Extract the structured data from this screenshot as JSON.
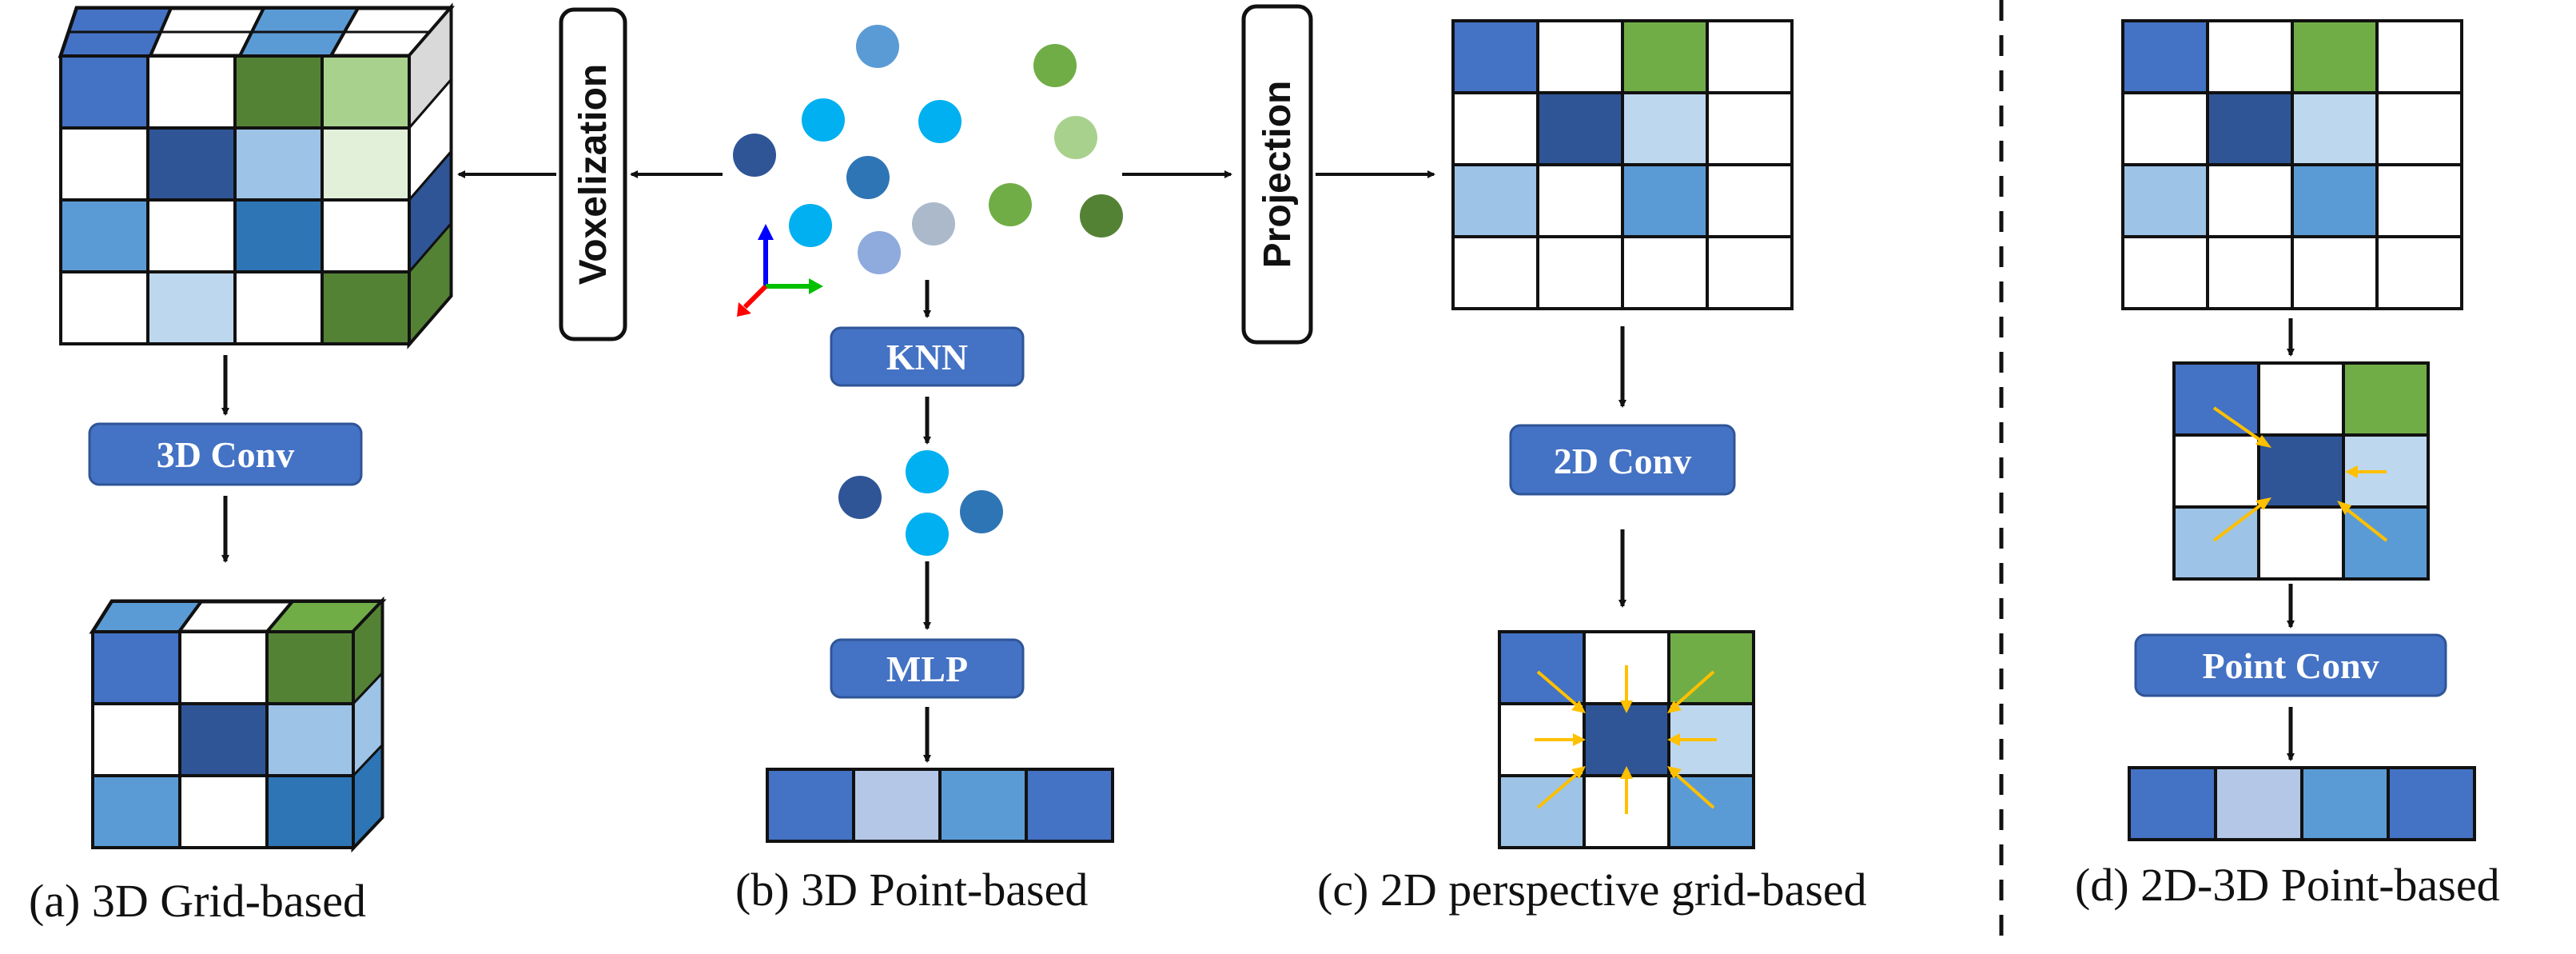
{
  "captions": {
    "a": "(a) 3D Grid-based",
    "b": "(b) 3D Point-based",
    "c": "(c) 2D perspective grid-based",
    "d": "(d) 2D-3D Point-based"
  },
  "ops": {
    "conv3d": "3D Conv",
    "knn": "KNN",
    "mlp": "MLP",
    "conv2d": "2D Conv",
    "pointconv": "Point Conv"
  },
  "labels": {
    "voxelization": "Voxelization",
    "projection": "Projection"
  },
  "colors": {
    "pill": "#4472c4",
    "blue": "#4472c4",
    "dark_blue": "#2f5597",
    "light_blue": "#9dc3e6",
    "pale_blue": "#bdd7ee",
    "mid_blue": "#5b9bd5",
    "green": "#70ad47",
    "dark_green": "#548235",
    "light_green": "#a9d18e",
    "cyan": "#00b0f0",
    "arrow_yellow": "#ffc000"
  }
}
